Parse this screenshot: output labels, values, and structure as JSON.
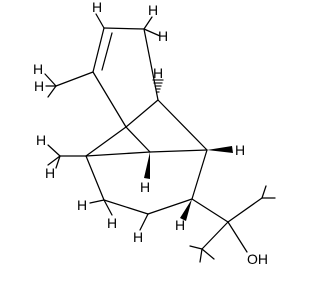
{
  "diagram": {
    "type": "chemical-structure",
    "atom_labels": {
      "h_alkene_left": "H",
      "h_alkene_right": "H",
      "h_methyl_top_a": "H",
      "h_methyl_top_b": "H",
      "h_ring_top": "H",
      "h_bridge_right": "H",
      "h_methyl_left": "H",
      "h_methyl_left_c": "H",
      "h_center": "H",
      "h_ch2_a": "H",
      "h_ch2_b": "H",
      "h_ch2_c": "H",
      "h_ch2_d": "H",
      "h_lower_right": "H",
      "oh": "OH"
    }
  }
}
